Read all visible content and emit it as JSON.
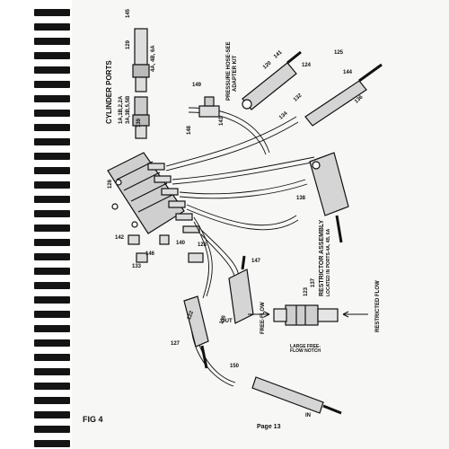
{
  "document": {
    "figure_label": "FIG 4",
    "page_label": "Page 13"
  },
  "labels": {
    "cylinder_ports_title": "CYLINDER PORTS",
    "cylinder_ports_line1": "1A,1B,2,2A",
    "cylinder_ports_line2": "3A,3B,5,5B",
    "cylinder_ports_line3": "4A, 4B, 6A",
    "pressure_hose_line1": "PRESSURE HOSE-SEE",
    "pressure_hose_line2": "ADAPTER KIT",
    "restrictor_title": "RESTRICTOR ASSEMBLY",
    "restrictor_sub": "LOCATED IN PORTS-4A, 4B, 6A",
    "restricted_flow": "RESTRICTED FLOW",
    "free_flow": "FREE-FLOW",
    "large_free_flow_notch": "LARGE FREE-FLOW NOTCH"
  },
  "part_numbers": [
    "145",
    "129",
    "139",
    "149",
    "148",
    "143",
    "142",
    "133",
    "126",
    "141",
    "140",
    "120",
    "132",
    "134",
    "125",
    "136",
    "138",
    "127",
    "128",
    "135",
    "122",
    "124",
    "144",
    "146",
    "137",
    "123",
    "150",
    "147",
    "OUT",
    "IN"
  ],
  "colors": {
    "ink": "#111111",
    "paper": "#f7f7f5",
    "binding": "#141414"
  }
}
